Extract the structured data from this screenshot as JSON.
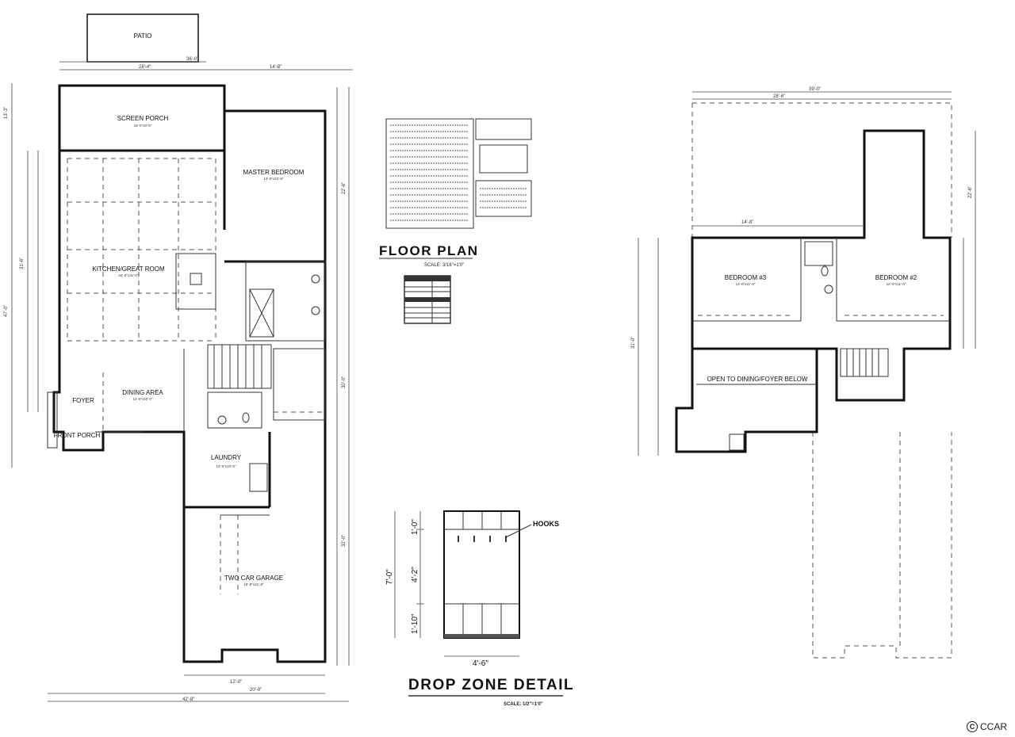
{
  "first_floor": {
    "rooms": {
      "patio": "PATIO",
      "screen_porch": "SCREEN PORCH",
      "master_bedroom": "MASTER BEDROOM",
      "kitchen_great_room": "KITCHEN/GREAT ROOM",
      "foyer": "FOYER",
      "dining_area": "DINING AREA",
      "front_porch": "FRONT PORCH",
      "laundry": "LAUNDRY",
      "garage": "TWO CAR GARAGE"
    },
    "dims": {
      "top1": "28'-4\"",
      "top2": "36'-0\"",
      "top3": "14'-8\"",
      "left1": "13'-3\"",
      "left2": "47'-0\"",
      "left3": "31'-6\"",
      "right1": "22'-6\"",
      "right2": "30'-0\"",
      "right3": "32'-0\"",
      "garage_w": "20'-0\"",
      "bottom": "42'-8\"",
      "bottom2": "12'-0\""
    }
  },
  "second_floor": {
    "rooms": {
      "bedroom3": "BEDROOM #3",
      "bedroom2": "BEDROOM #2",
      "open_to": "OPEN TO DINING/FOYER BELOW"
    },
    "dims": {
      "top": "39'-0\"",
      "top2": "28'-6\"",
      "mid": "14'-8\"",
      "right": "22'-6\"",
      "left": "31'-0\""
    }
  },
  "floor_plan_title": "FLOOR PLAN",
  "floor_plan_scale": "SCALE: 3/16\"=1'0\"",
  "drop_zone": {
    "title": "DROP ZONE DETAIL",
    "scale": "SCALE: 1/2\"=1'0\"",
    "hooks_label": "HOOKS",
    "overall_h": "7'-0\"",
    "d1": "1'-0\"",
    "d2": "4'-2\"",
    "d3": "1'-10\"",
    "width": "4'-6\""
  },
  "watermark": "CCAR"
}
